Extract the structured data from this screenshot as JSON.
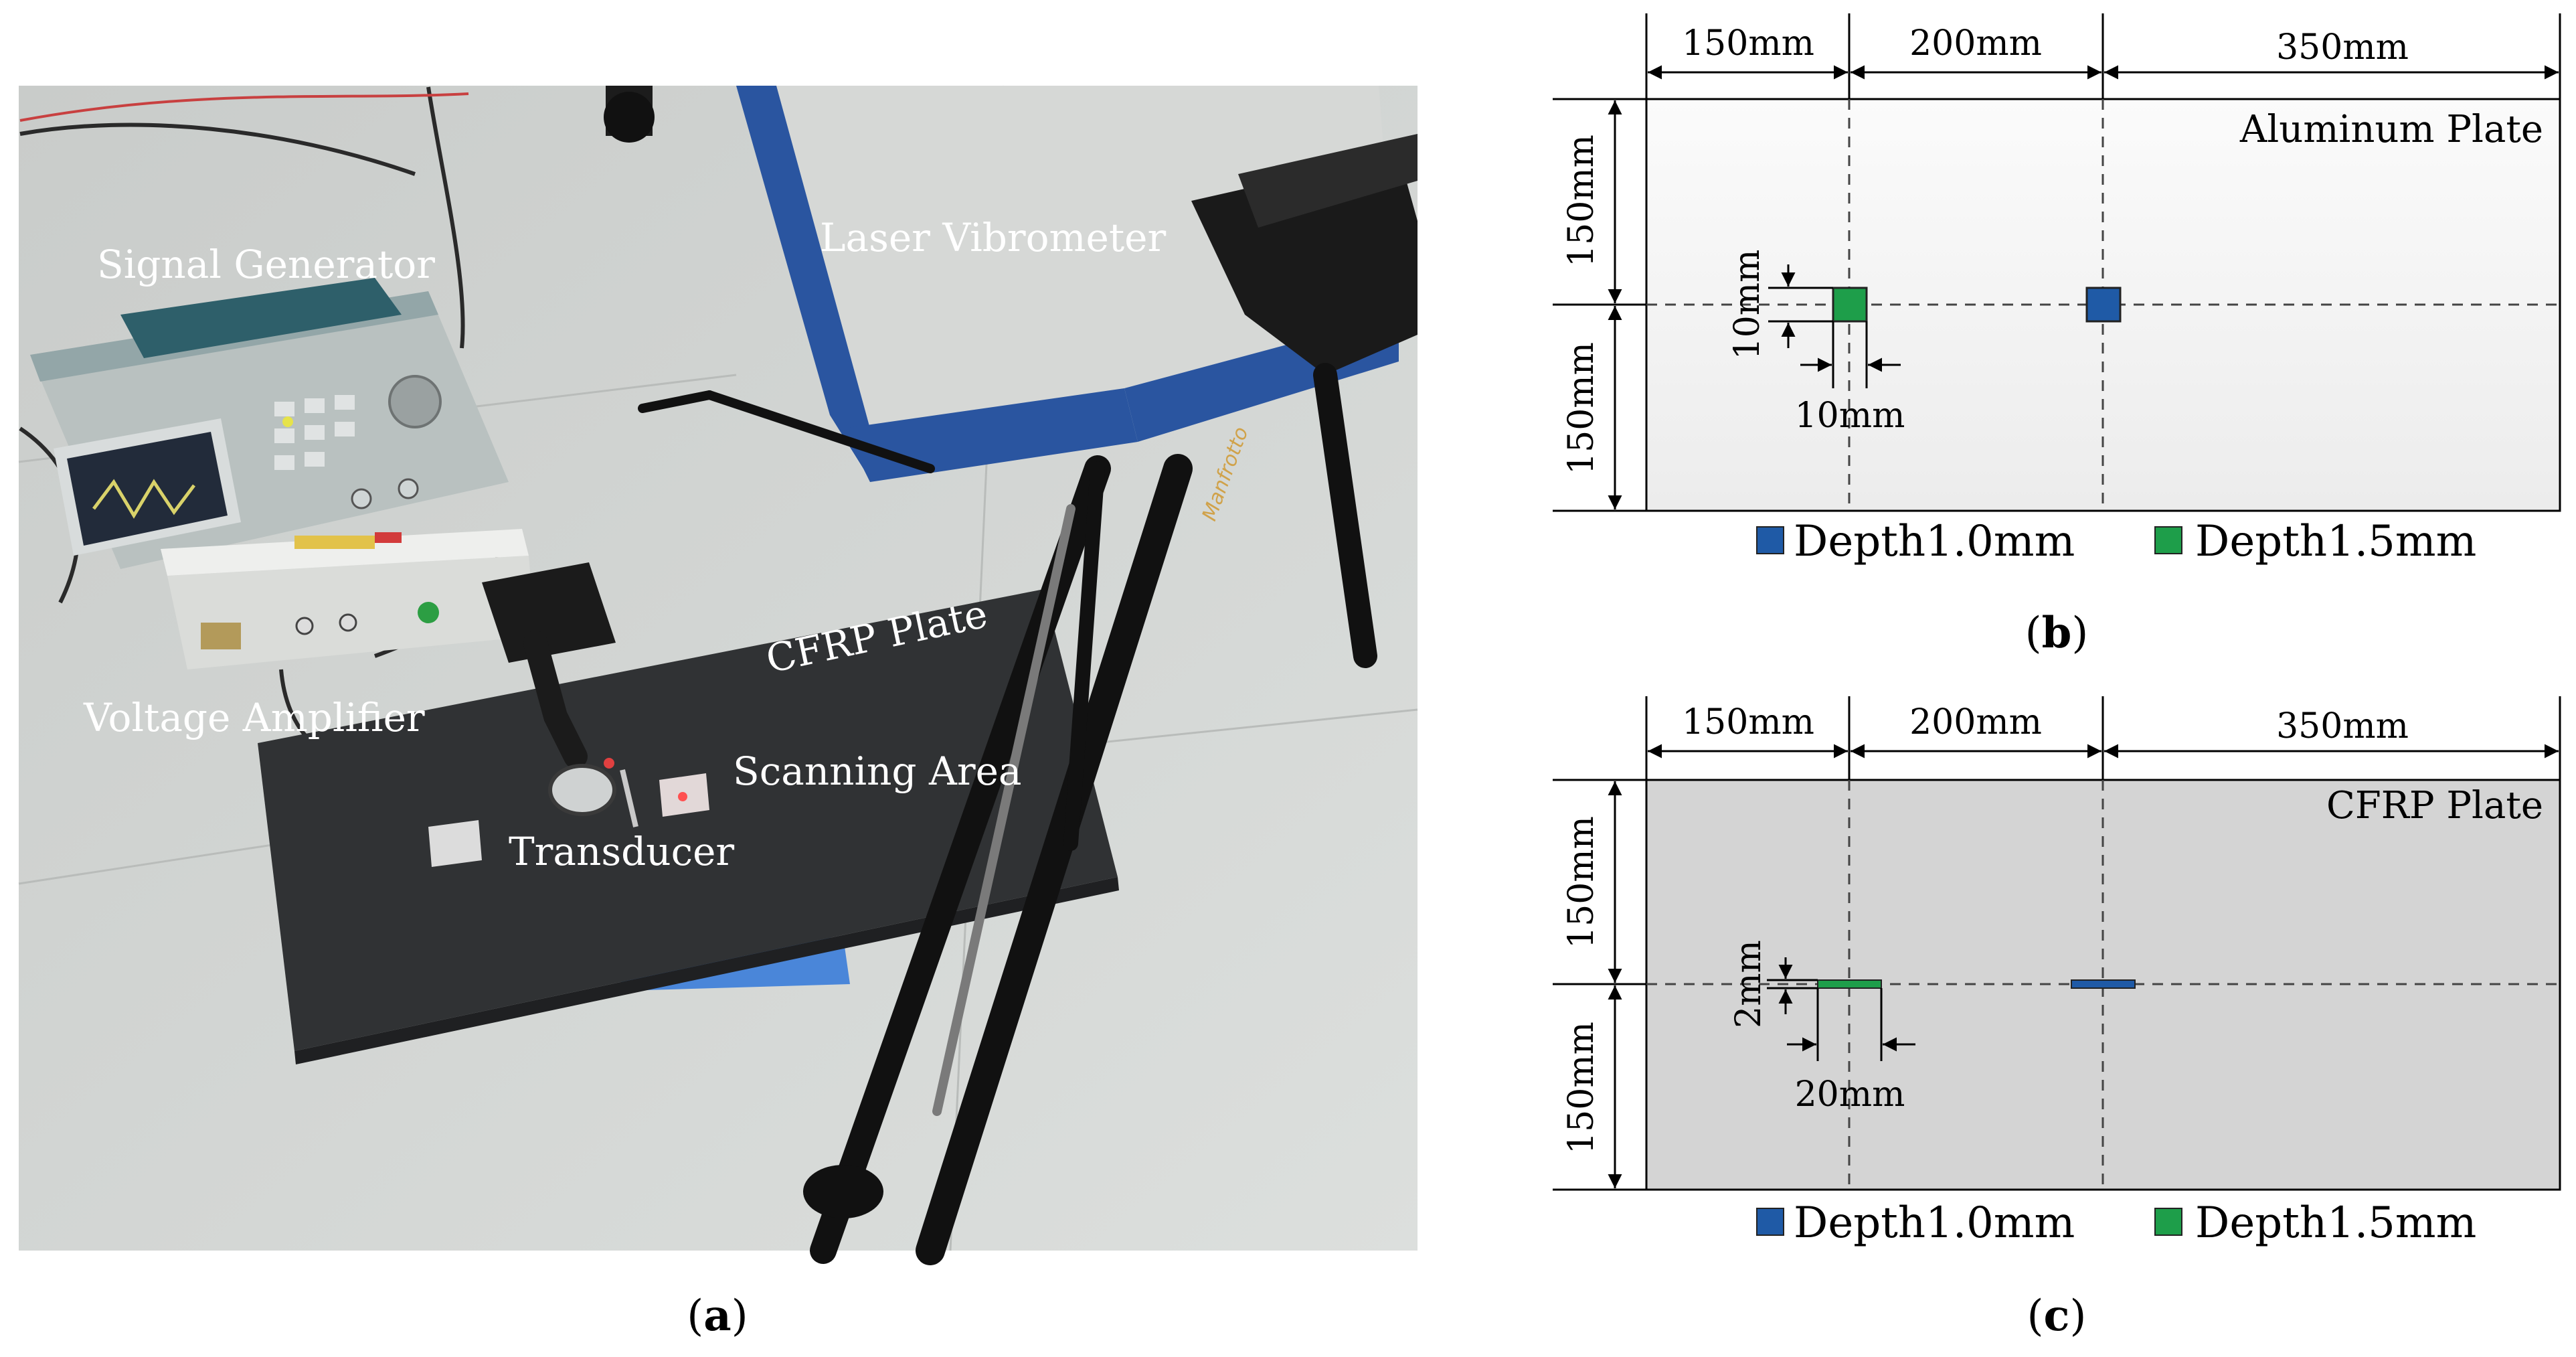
{
  "photo": {
    "labels": {
      "signal_generator": "Signal Generator",
      "laser_vibrometer": "Laser Vibrometer",
      "cfrp_plate": "CFRP Plate",
      "voltage_amplifier": "Voltage Amplifier",
      "scanning_area": "Scanning Area",
      "transducer": "Transducer"
    },
    "caption_paren_open": "(",
    "caption_letter": "a",
    "caption_paren_close": ")"
  },
  "panel_b": {
    "plate_label": "Aluminum Plate",
    "dims_top": [
      "150mm",
      "200mm",
      "350mm"
    ],
    "dims_left": [
      "150mm",
      "150mm"
    ],
    "defect_height": "10mm",
    "defect_width": "10mm",
    "legend": [
      "Depth1.0mm",
      "Depth1.5mm"
    ],
    "caption_paren_open": "(",
    "caption_letter": "b",
    "caption_paren_close": ")",
    "plate_color": "#f4f4f4"
  },
  "panel_c": {
    "plate_label": "CFRP Plate",
    "dims_top": [
      "150mm",
      "200mm",
      "350mm"
    ],
    "dims_left": [
      "150mm",
      "150mm"
    ],
    "defect_height": "2mm",
    "defect_width": "20mm",
    "legend": [
      "Depth1.0mm",
      "Depth1.5mm"
    ],
    "caption_paren_open": "(",
    "caption_letter": "c",
    "caption_paren_close": ")",
    "plate_color": "#d4d4d4"
  },
  "colors": {
    "depth_1_0": "#1f5aa6",
    "depth_1_5": "#1e9e4a"
  }
}
